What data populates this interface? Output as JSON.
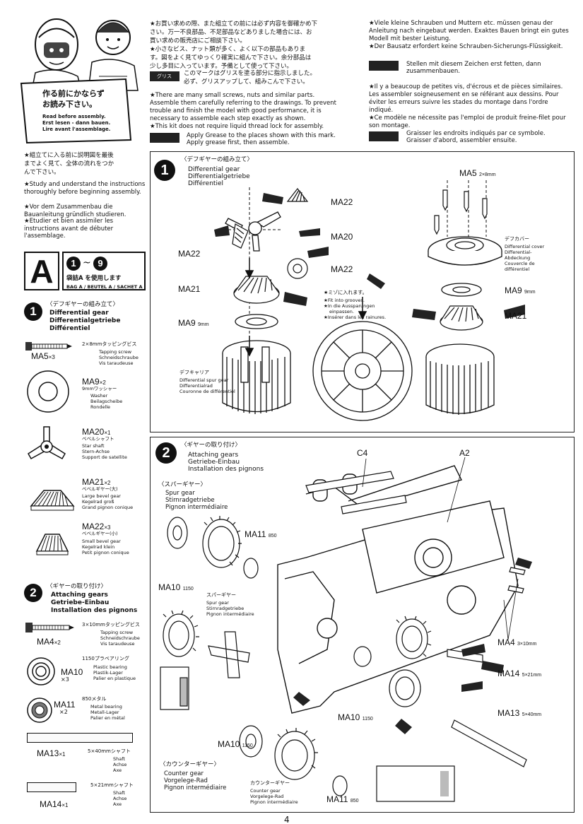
{
  "header": {
    "warning_signs": {
      "jp_line1": "作る前にかならず",
      "jp_line2": "お読み下さい。",
      "en": "Read before assembly.",
      "de": "Erst lesen - dann bauen.",
      "fr": "Lire avant l'assemblage."
    },
    "jp_col": [
      "★お買い求めの際、また組立ての前には必ず内容を御確かめ下",
      "さい。万一不良部品、不足部品などありました場合には、お",
      "買い求めの販売店にご相談下さい。",
      "★小さなビス、ナット類が多く、よく以下の部品もありま",
      "す。図をよく見てゆっくり確実に組んで下さい。余分部品は",
      "少し多目に入っています。予備として使って下さい。"
    ],
    "grease_jp": "このマークはグリスを塗る部分に指示しました。\n必ず、グリスアップして、組みこんで下さい。",
    "en_col": "★There are many small screws, nuts and similar parts. Assemble them carefully referring to the drawings. To prevent trouble and finish the model with good performance, it is necessary to assemble each step exactly as shown.\n★This kit does not require liquid thread lock for assembly.",
    "grease_en": "Apply Grease to the places shown with this mark.\nApply grease first, then assemble.",
    "de_col": "★Viele kleine Schrauben und Muttern etc. müssen genau der Anleitung nach eingebaut werden. Exaktes Bauen bringt ein gutes Modell mit bester Leistung.\n★Der Bausatz erfordert keine Schrauben-Sicherungs-Flüssigkeit.",
    "grease_de": "Stellen mit diesem Zeichen erst fetten, dann\nzusammenbauen.",
    "fr_col": "★Il y a beaucoup de petites vis, d'écrous et de pièces similaires. Les assembler soigneusement en se référant aux dessins. Pour éviter les erreurs suivre les stades du montage dans l'ordre indiqué.\n★Ce modèle ne nécessite pas l'emploi de produit freine-filet pour son montage.",
    "grease_fr": "Graisser les endroits indiqués par ce symbole.\nGraisser d'abord, assembler ensuite.",
    "grease_label": "グリス"
  },
  "intro": {
    "jp": "★組立てに入る前に説明図を最後\nまでよく見て、全体の流れをつか\nんで下さい。",
    "en": "★Study and understand the instructions thoroughly before beginning assembly.",
    "de": "★Vor dem Zusammenbau die Bauanleitung gründlich studieren.",
    "fr": "★Etudier et bien assimiler les instructions avant de débuter l'assemblage."
  },
  "bag": {
    "letter": "A",
    "range_start": "1",
    "range_sep": "~",
    "range_end": "9",
    "jp": "袋詰A を使用します",
    "label": "BAG A / BEUTEL A / SACHET A"
  },
  "sidebar": {
    "step1": {
      "num": "1",
      "jp": "〈デフギヤーの組み立て〉",
      "en": "Differential gear",
      "de": "Differentialgetriebe",
      "fr": "Différentiel"
    },
    "step2": {
      "num": "2",
      "jp": "〈ギヤーの取り付け〉",
      "en": "Attaching gears",
      "de": "Getriebe-Einbau",
      "fr": "Installation des pignons"
    },
    "parts": [
      {
        "code": "MA5",
        "qty": "×3",
        "desc": [
          "2×8mmタッピングビス",
          "Tapping screw",
          "Schneidschraube",
          "Vis taraudeuse"
        ]
      },
      {
        "code": "MA9",
        "qty": "×2",
        "desc": [
          "9mmワッシャー",
          "Washer",
          "Beilagscheibe",
          "Rondelle"
        ]
      },
      {
        "code": "MA20",
        "qty": "×1",
        "desc": [
          "ベベルシャフト",
          "Star shaft",
          "Stern-Achse",
          "Support de satellite"
        ]
      },
      {
        "code": "MA21",
        "qty": "×2",
        "desc": [
          "ベベルギヤー(大)",
          "Large bevel gear",
          "Kegelrad groß",
          "Grand pignon conique"
        ]
      },
      {
        "code": "MA22",
        "qty": "×3",
        "desc": [
          "ベベルギヤー(小)",
          "Small bevel gear",
          "Kegelrad klein",
          "Petit pignon conique"
        ]
      },
      {
        "code": "MA4",
        "qty": "×2",
        "desc": [
          "3×10mmタッピングビス",
          "Tapping screw",
          "Schneidschraube",
          "Vis taraudeuse"
        ]
      },
      {
        "code": "MA10",
        "qty": "×3",
        "desc": [
          "1150プラベアリング",
          "Plastic bearing",
          "Plastik-Lager",
          "Palier en plastique"
        ]
      },
      {
        "code": "MA11",
        "qty": "×2",
        "desc": [
          "850メタル",
          "Metal bearing",
          "Metall-Lager",
          "Palier en métal"
        ]
      },
      {
        "code": "MA13",
        "qty": "×1",
        "desc": [
          "5×40mmシャフト",
          "Shaft",
          "Achse",
          "Axe"
        ]
      },
      {
        "code": "MA14",
        "qty": "×1",
        "desc": [
          "5×21mmシャフト",
          "Shaft",
          "Achse",
          "Axe"
        ]
      }
    ]
  },
  "panel1": {
    "num": "1",
    "jp": "〈デフギヤーの組み立て〉",
    "en": "Differential gear",
    "de": "Differentialgetriebe",
    "fr": "Différentiel",
    "labels": {
      "ma22_top": "MA22",
      "ma20": "MA20",
      "ma22_left": "MA22",
      "ma22_right": "MA22",
      "ma21_left": "MA21",
      "ma9_left": "MA9",
      "ma9_left_size": "9mm",
      "ma5": "MA5",
      "ma5_size": "2×8mm",
      "ma9_right": "MA9",
      "ma9_right_size": "9mm",
      "ma21_right": "MA21"
    },
    "carrier": [
      "デフキャリア",
      "Differential spur gear",
      "Differentialrad",
      "Couronne de différentiel"
    ],
    "cover": [
      "デフカバー",
      "Differential cover",
      "Differential-",
      "Abdeckung",
      "Couvercle de",
      "différentiel"
    ],
    "grooves": [
      "★ミゾに入れます。",
      "★Fit into grooves.",
      "★In die Aussparungen",
      "einpassen.",
      "★Insérer dans les rainures."
    ]
  },
  "panel2": {
    "num": "2",
    "jp": "〈ギヤーの取り付け〉",
    "en": "Attaching gears",
    "de": "Getriebe-Einbau",
    "fr": "Installation des pignons",
    "spur": [
      "〈スパーギヤー〉",
      "Spur gear",
      "Stirnradgetriebe",
      "Pignon intermédiaire"
    ],
    "spur2": [
      "スパーギヤー",
      "Spur gear",
      "Stirnradgetriebe",
      "Pignon intermédiaire"
    ],
    "counter": [
      "〈カウンターギヤー〉",
      "Counter gear",
      "Vorgelege-Rad",
      "Pignon intermédiaire"
    ],
    "counter2": [
      "カウンターギヤー",
      "Counter gear",
      "Vorgelege-Rad",
      "Pignon intermédiaire"
    ],
    "labels": {
      "c4": "C4",
      "a2": "A2",
      "ma11_top": "MA11",
      "ma11_top_size": "850",
      "ma10_top": "MA10",
      "ma10_top_size": "1150",
      "ma4": "MA4",
      "ma4_size": "3×10mm",
      "ma14": "MA14",
      "ma14_size": "5×21mm",
      "ma13": "MA13",
      "ma13_size": "5×40mm",
      "ma10_mid": "MA10",
      "ma10_mid_size": "1150",
      "ma10_low": "MA10",
      "ma10_low_size": "1150",
      "ma11_low": "MA11",
      "ma11_low_size": "850"
    }
  },
  "footer": {
    "page": "4"
  }
}
